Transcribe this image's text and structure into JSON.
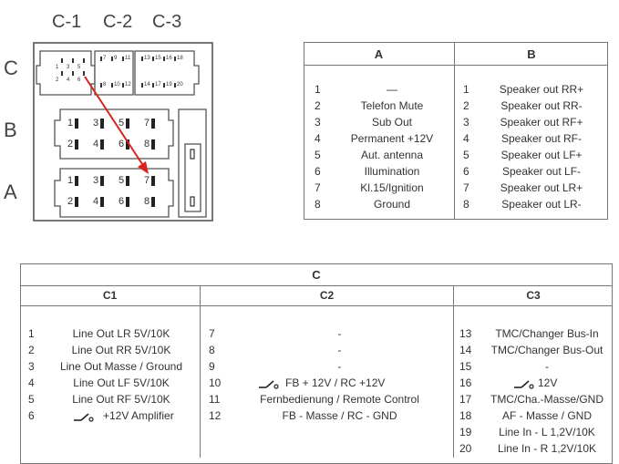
{
  "connector": {
    "column_labels": [
      "C-1",
      "C-2",
      "C-3"
    ],
    "row_labels": [
      "C",
      "B",
      "A"
    ],
    "c_pins": {
      "c1_top": [
        "1",
        "3",
        "5"
      ],
      "c1_mid": [
        "2",
        "4",
        "6"
      ],
      "c2_top": [
        "7",
        "9",
        "11"
      ],
      "c2_bot": [
        "8",
        "10",
        "12"
      ],
      "c3_top": [
        "13",
        "15",
        "16",
        "18"
      ],
      "c3_bot": [
        "14",
        "17",
        "19",
        "20"
      ]
    },
    "b_pins": [
      "1",
      "3",
      "5",
      "7",
      "2",
      "4",
      "6",
      "8"
    ],
    "a_pins": [
      "1",
      "3",
      "5",
      "7",
      "2",
      "4",
      "6",
      "8"
    ]
  },
  "table_ab": {
    "header_a": "A",
    "header_b": "B",
    "a_rows": [
      {
        "num": "1",
        "label": "—"
      },
      {
        "num": "2",
        "label": "Telefon Mute"
      },
      {
        "num": "3",
        "label": "Sub Out"
      },
      {
        "num": "4",
        "label": "Permanent +12V"
      },
      {
        "num": "5",
        "label": "Aut. antenna"
      },
      {
        "num": "6",
        "label": "Illumination"
      },
      {
        "num": "7",
        "label": "Kl.15/Ignition"
      },
      {
        "num": "8",
        "label": "Ground"
      }
    ],
    "b_rows": [
      {
        "num": "1",
        "label": "Speaker out RR+"
      },
      {
        "num": "2",
        "label": "Speaker out RR-"
      },
      {
        "num": "3",
        "label": "Speaker out RF+"
      },
      {
        "num": "4",
        "label": "Speaker out RF-"
      },
      {
        "num": "5",
        "label": "Speaker out LF+"
      },
      {
        "num": "6",
        "label": "Speaker out LF-"
      },
      {
        "num": "7",
        "label": "Speaker out LR+"
      },
      {
        "num": "8",
        "label": "Speaker out LR-"
      }
    ]
  },
  "table_c": {
    "header": "C",
    "c1_header": "C1",
    "c2_header": "C2",
    "c3_header": "C3",
    "c1_rows": [
      {
        "num": "1",
        "label": "Line Out LR  5V/10K"
      },
      {
        "num": "2",
        "label": "Line Out RR  5V/10K"
      },
      {
        "num": "3",
        "label": "Line Out Masse / Ground"
      },
      {
        "num": "4",
        "label": "Line Out LF  5V/10K"
      },
      {
        "num": "5",
        "label": "Line Out RF  5V/10K"
      },
      {
        "num": "6",
        "label": "+12V Amplifier"
      }
    ],
    "c2_rows": [
      {
        "num": "7",
        "label": "-"
      },
      {
        "num": "8",
        "label": "-"
      },
      {
        "num": "9",
        "label": "-"
      },
      {
        "num": "10",
        "label": "FB + 12V  / RC +12V"
      },
      {
        "num": "11",
        "label": "Fernbedienung / Remote Control"
      },
      {
        "num": "12",
        "label": "FB - Masse / RC - GND"
      }
    ],
    "c3_rows": [
      {
        "num": "13",
        "label": "TMC/Changer Bus-In"
      },
      {
        "num": "14",
        "label": "TMC/Changer  Bus-Out"
      },
      {
        "num": "15",
        "label": "-"
      },
      {
        "num": "16",
        "label": "12V"
      },
      {
        "num": "17",
        "label": "TMC/Cha.-Masse/GND"
      },
      {
        "num": "18",
        "label": "AF - Masse / GND"
      },
      {
        "num": "19",
        "label": "Line In - L  1,2V/10K"
      },
      {
        "num": "20",
        "label": "Line In - R  1,2V/10K"
      }
    ]
  }
}
